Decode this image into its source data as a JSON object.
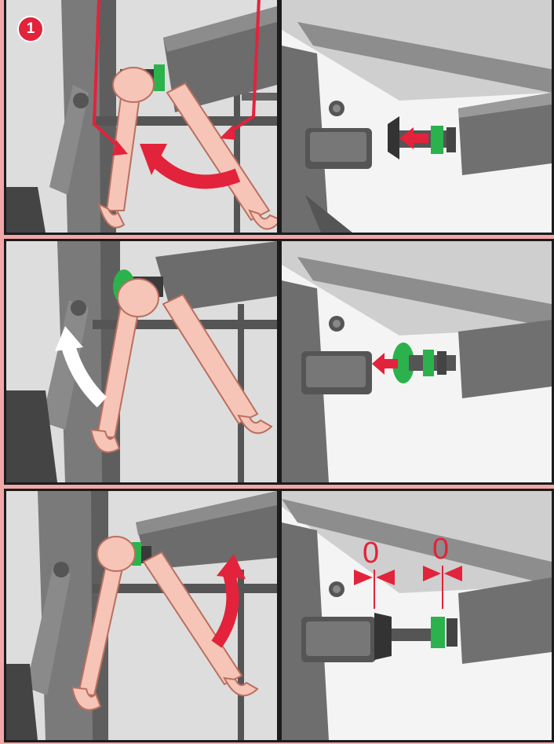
{
  "step_badge": "1",
  "accent_color": "#e2233b",
  "wrench_color": "#f7c4b8",
  "nut_color": "#2bb24c",
  "frame_color": "#6a6a6a",
  "measurements": {
    "left_gap": "0",
    "right_gap": "0"
  },
  "panels": [
    {
      "row": 1,
      "side": "left",
      "action": "loosen-locknut-with-two-wrenches",
      "arrow": "red-curved-arrow",
      "icons": [
        "pointer-line-left",
        "pointer-line-right"
      ]
    },
    {
      "row": 1,
      "side": "right",
      "action": "move-stop-bolt-inward",
      "arrow": "red-straight-arrow"
    },
    {
      "row": 2,
      "side": "left",
      "action": "turn-green-nut",
      "arrow": "white-curved-arrow"
    },
    {
      "row": 2,
      "side": "right",
      "action": "move-green-nut-outward",
      "arrow": "red-straight-arrow"
    },
    {
      "row": 3,
      "side": "left",
      "action": "tighten-locknut",
      "arrow": "red-curved-arrow"
    },
    {
      "row": 3,
      "side": "right",
      "action": "set-zero-gap",
      "arrow": "dimension-markers"
    }
  ]
}
